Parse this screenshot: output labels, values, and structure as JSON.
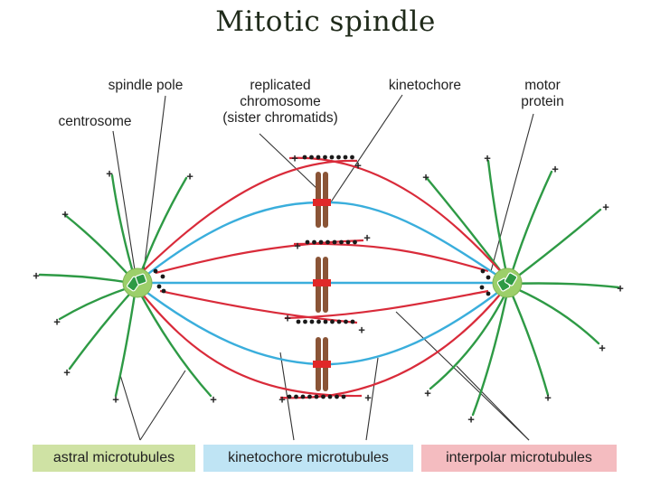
{
  "title": "Mitotic spindle",
  "labels": {
    "spindle_pole": "spindle pole",
    "centrosome": "centrosome",
    "replicated_chromosome": [
      "replicated",
      "chromosome",
      "(sister chromatids)"
    ],
    "kinetochore": "kinetochore",
    "motor_protein": [
      "motor",
      "protein"
    ]
  },
  "legend": {
    "astral": "astral microtubules",
    "kinetochore": "kinetochore microtubules",
    "interpolar": "interpolar microtubules"
  },
  "plus_sign": "+",
  "colors": {
    "astral": "#2e9a45",
    "kinetochore_mt": "#3aaedc",
    "interpolar": "#d92b3a",
    "chromosome": "#8a5436",
    "kinetochore": "#e02828",
    "centrosome": "#9ccf6a",
    "astral_box": "#cfe2a4",
    "kinetochore_box": "#bfe4f4",
    "interpolar_box": "#f4bcc0"
  }
}
